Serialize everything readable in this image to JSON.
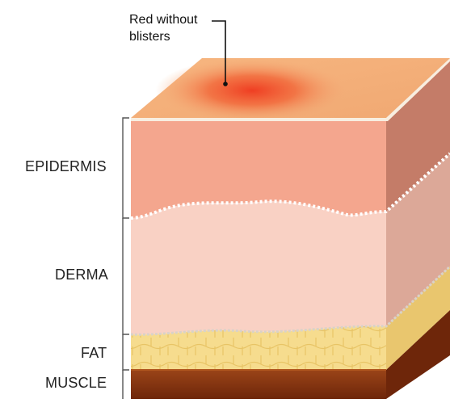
{
  "callout": {
    "line1": "Red without",
    "line2": "blisters"
  },
  "layers": [
    {
      "id": "epidermis",
      "label": "EPIDERMIS"
    },
    {
      "id": "derma",
      "label": "DERMA"
    },
    {
      "id": "fat",
      "label": "FAT"
    },
    {
      "id": "muscle",
      "label": "MUSCLE"
    }
  ],
  "colors": {
    "top_surface": "#f4b07c",
    "burn_spot": "#ef4a2a",
    "epidermis_front": "#f4a48c",
    "epidermis_side": "#c47a66",
    "derma_front": "#f9d0c4",
    "derma_side": "#d9a898",
    "fat": "#f5da8a",
    "muscle": "#8a3512"
  }
}
